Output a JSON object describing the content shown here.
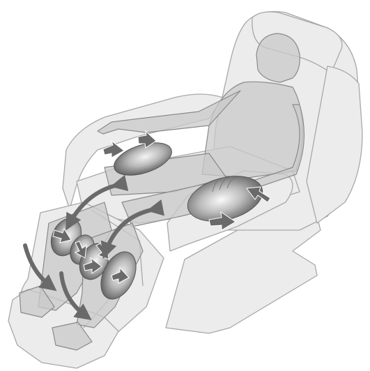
{
  "palette": {
    "background": "#ffffff",
    "chair_fill": "#ececec",
    "chair_stroke": "#a8a8a8",
    "body_fill": "#c9c9c9",
    "body_stroke": "#8a8a8a",
    "airbag_light": "#f2f2f2",
    "airbag_dark": "#4a4a4a",
    "arrow": "#6a6a6a"
  },
  "airbags": [
    {
      "name": "thigh-airbag",
      "kind": "thigh"
    },
    {
      "name": "forearm-airbag",
      "kind": "forearm"
    },
    {
      "name": "left-calf-upper-airbag",
      "kind": "calf"
    },
    {
      "name": "left-calf-lower-airbag",
      "kind": "calf"
    },
    {
      "name": "right-calf-upper-airbag",
      "kind": "calf"
    },
    {
      "name": "right-calf-lower-airbag",
      "kind": "calf"
    }
  ],
  "arrows": [
    {
      "name": "thigh-press-arrow-left",
      "kind": "press"
    },
    {
      "name": "thigh-press-arrow-top",
      "kind": "press"
    },
    {
      "name": "forearm-press-arrow-top",
      "kind": "press"
    },
    {
      "name": "forearm-press-arrow-bottom",
      "kind": "press"
    },
    {
      "name": "calf-press-arrow",
      "kind": "press"
    },
    {
      "name": "thigh-to-calf-curved-arrow",
      "kind": "curved"
    },
    {
      "name": "knee-to-calf-curved-arrow",
      "kind": "curved"
    },
    {
      "name": "foot-rest-curved-arrow-outer",
      "kind": "curved"
    },
    {
      "name": "foot-rest-curved-arrow-inner",
      "kind": "curved"
    }
  ]
}
